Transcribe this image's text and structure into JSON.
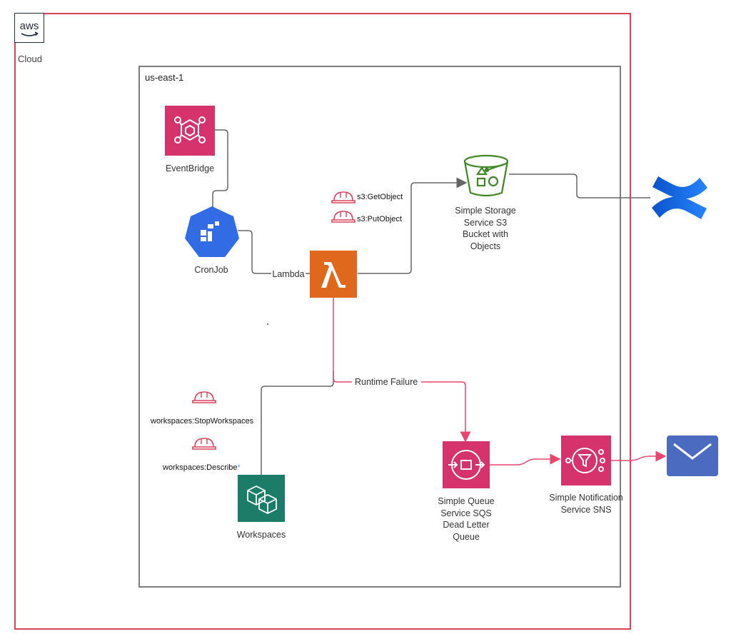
{
  "cloud": {
    "logo_text": "aws",
    "label": "Cloud",
    "border_color": "#d9435a"
  },
  "region": {
    "label": "us-east-1",
    "border_color": "#7d7d7d"
  },
  "nodes": {
    "eventbridge": {
      "label": "EventBridge",
      "color": "#d6336c"
    },
    "cronjob": {
      "label": "CronJob",
      "color": "#326ce5"
    },
    "lambda": {
      "label": "Lambda",
      "color": "#e0681d"
    },
    "s3": {
      "label": "Simple Storage Service S3 Bucket with Objects",
      "color": "#3f8624"
    },
    "confluence": {
      "label": "",
      "color": "#1868db"
    },
    "workspaces": {
      "label": "Workspaces",
      "color": "#1b7d68"
    },
    "sqs": {
      "label": "Simple Queue Service SQS Dead Letter Queue",
      "color": "#d6336c"
    },
    "sns": {
      "label": "Simple Notification Service SNS",
      "color": "#d6336c"
    },
    "email": {
      "label": "",
      "color": "#4a6bbf"
    }
  },
  "permissions": {
    "s3_get": "s3:GetObject",
    "s3_put": "s3:PutObject",
    "ws_stop": "workspaces:StopWorkspaces",
    "ws_describe": "workspaces:Describe",
    "ws_describe_suffix": "*"
  },
  "edges": {
    "runtime_failure": "Runtime Failure",
    "failure_color": "#e8466c",
    "normal_color": "#666666"
  }
}
